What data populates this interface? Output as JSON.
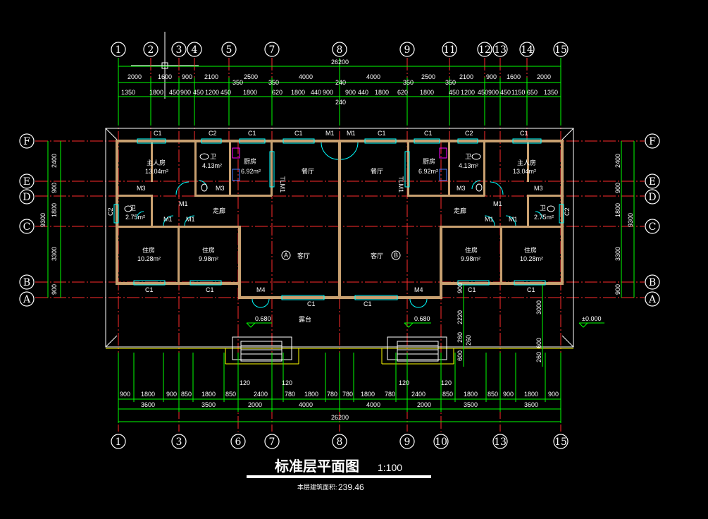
{
  "title": "标准层平面图",
  "scale": "1:100",
  "area_label": "本层建筑面积:",
  "area_value": "239.46",
  "elevation": "±0.000",
  "total_width": "26200",
  "top_bubbles": [
    "1",
    "2",
    "3",
    "4",
    "5",
    "7",
    "8",
    "9",
    "11",
    "12",
    "13",
    "14",
    "15"
  ],
  "bottom_bubbles": [
    "1",
    "3",
    "6",
    "7",
    "8",
    "9",
    "10",
    "13",
    "15"
  ],
  "side_bubbles": [
    "F",
    "E",
    "D",
    "C",
    "B",
    "A"
  ],
  "top_dims_1": [
    "2000",
    "1600",
    "900",
    "2100",
    "2500",
    "4000",
    "4000",
    "2500",
    "2100",
    "900",
    "1600",
    "2000"
  ],
  "top_dims_mid": [
    "350",
    "350",
    "240",
    "350",
    "350"
  ],
  "top_dims_2": [
    "1350",
    "1800",
    "450",
    "900",
    "450",
    "1200",
    "450",
    "1800",
    "620",
    "1800",
    "440",
    "900",
    "900",
    "440",
    "1800",
    "620",
    "1800",
    "450",
    "1200",
    "450",
    "900",
    "450",
    "1150",
    "650",
    "1350"
  ],
  "bottom_dims_1": [
    "900",
    "1800",
    "900",
    "850",
    "1800",
    "850",
    "2400",
    "780",
    "1800",
    "780",
    "780",
    "1800",
    "780",
    "2400",
    "850",
    "1800",
    "850",
    "900",
    "1800",
    "900"
  ],
  "bottom_dims_2": [
    "3600",
    "3500",
    "2000",
    "4000",
    "4000",
    "2000",
    "3500",
    "3600"
  ],
  "bottom_dims_120": [
    "120",
    "120",
    "120",
    "120"
  ],
  "side_dims": [
    "2400",
    "900",
    "1800",
    "3300",
    "900"
  ],
  "side_total": "9300",
  "right_small_dims": [
    "900",
    "2220",
    "260",
    "3000",
    "600",
    "260",
    "260",
    "600"
  ],
  "rooms": {
    "master_l": "主人房",
    "master_l_area": "13.04m²",
    "bath_l": "卫",
    "bath_l_area": "4.13m²",
    "kitchen_l": "厨房",
    "kitchen_l_area": "6.92m²",
    "dining_l": "餐厅",
    "corridor_l": "走廊",
    "wc_l": "卫",
    "wc_l_area": "2.75m²",
    "bed1_l": "住房",
    "bed1_l_area": "10.28m²",
    "bed2_l": "住房",
    "bed2_l_area": "9.98m²",
    "living_l": "客厅",
    "unit_l": "A",
    "living_r": "客厅",
    "unit_r": "B",
    "terrace": "露台",
    "master_r": "主人房",
    "master_r_area": "13.04m²",
    "bath_r": "卫",
    "bath_r_area": "4.13m²",
    "kitchen_r": "厨房",
    "kitchen_r_area": "6.92m²",
    "dining_r": "餐厅",
    "corridor_r": "走廊",
    "wc_r": "卫",
    "wc_r_area": "2.75m²",
    "bed1_r": "住房",
    "bed1_r_area": "9.98m²",
    "bed2_r": "住房",
    "bed2_r_area": "10.28m²"
  },
  "tags": {
    "c1": "C1",
    "c2": "C2",
    "m1": "M1",
    "m3": "M3",
    "m4": "M4",
    "tlm1": "TLM1",
    "lev": "0.680"
  }
}
